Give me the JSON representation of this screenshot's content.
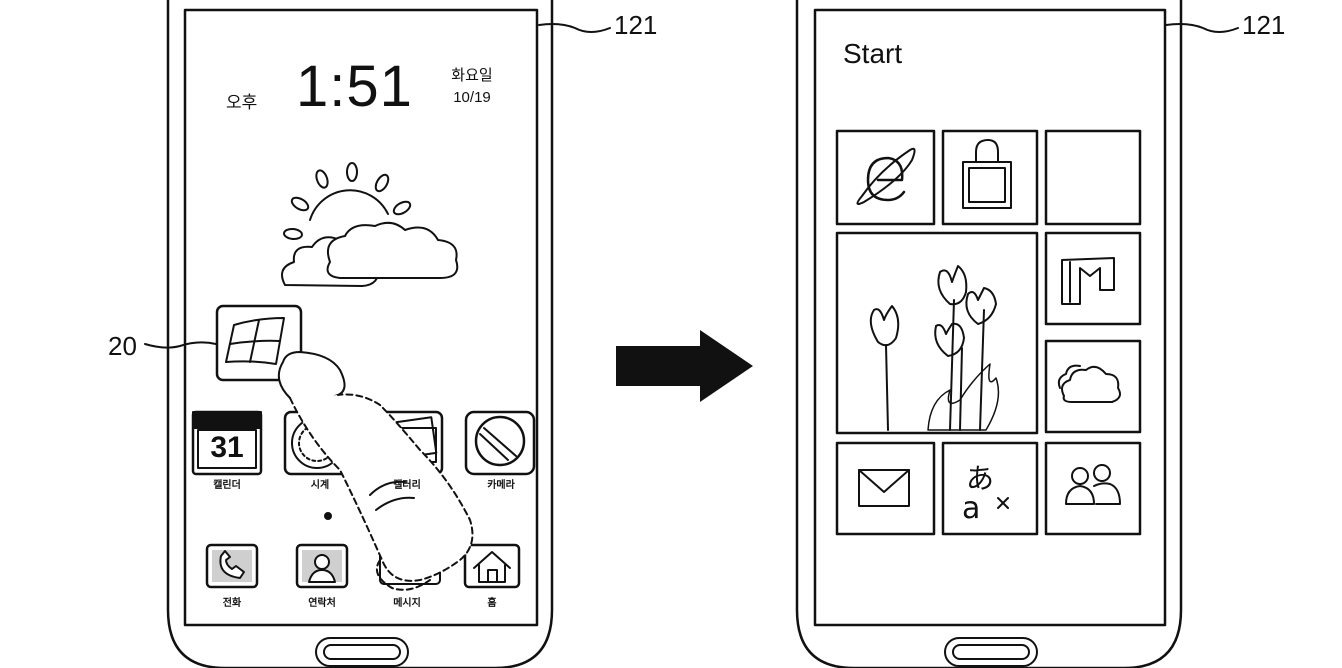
{
  "left_phone": {
    "ref_number": "121",
    "status": {
      "ampm": "오후",
      "time": "1:51",
      "weekday": "화요일",
      "date": "10/19"
    },
    "windows_icon_ref": "20",
    "apps_row1": [
      {
        "label": "캘린더",
        "icon": "calendar-icon",
        "badge": "31"
      },
      {
        "label": "시계",
        "icon": "clock-icon"
      },
      {
        "label": "갤러리",
        "icon": "gallery-icon"
      },
      {
        "label": "카메라",
        "icon": "camera-icon"
      }
    ],
    "apps_row2": [
      {
        "label": "전화",
        "icon": "phone-icon"
      },
      {
        "label": "연락처",
        "icon": "contacts-icon"
      },
      {
        "label": "메시지",
        "icon": "message-icon"
      },
      {
        "label": "홈",
        "icon": "home-icon"
      }
    ]
  },
  "right_phone": {
    "ref_number": "121",
    "title": "Start",
    "tiles": [
      {
        "icon": "internet-explorer-icon"
      },
      {
        "icon": "store-bag-icon"
      },
      {
        "icon": "blank-tile"
      },
      {
        "icon": "tulip-photo"
      },
      {
        "icon": "office-icon"
      },
      {
        "icon": "cloud-icon"
      },
      {
        "icon": "mail-icon"
      },
      {
        "icon": "translate-icon"
      },
      {
        "icon": "people-icon"
      }
    ]
  },
  "arrow": {
    "icon": "right-arrow-icon"
  }
}
